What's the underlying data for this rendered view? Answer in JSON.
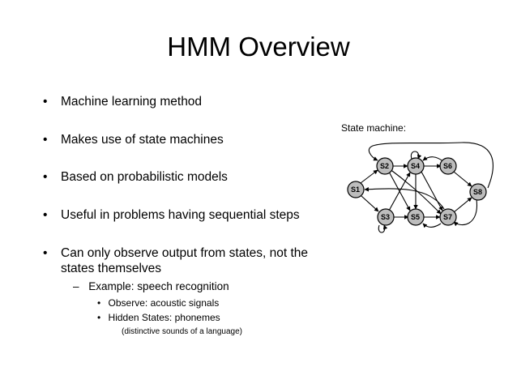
{
  "slide": {
    "title": "HMM Overview",
    "bullets": [
      "Machine learning method",
      "Makes use of state machines",
      "Based on probabilistic models",
      "Useful in problems having sequential steps",
      "Can only observe output from states, not the",
      "states themselves"
    ],
    "bullet_glyph": "•",
    "sub_dash": "–",
    "sub_bullet": "Example: speech recognition",
    "sub_sub_bullets": [
      "Observe: acoustic signals",
      "Hidden States: phonemes"
    ],
    "note": "(distinctive sounds of a language)",
    "diagram_label": "State machine:",
    "states": [
      "S1",
      "S2",
      "S3",
      "S4",
      "S5",
      "S6",
      "S7",
      "S8"
    ]
  }
}
